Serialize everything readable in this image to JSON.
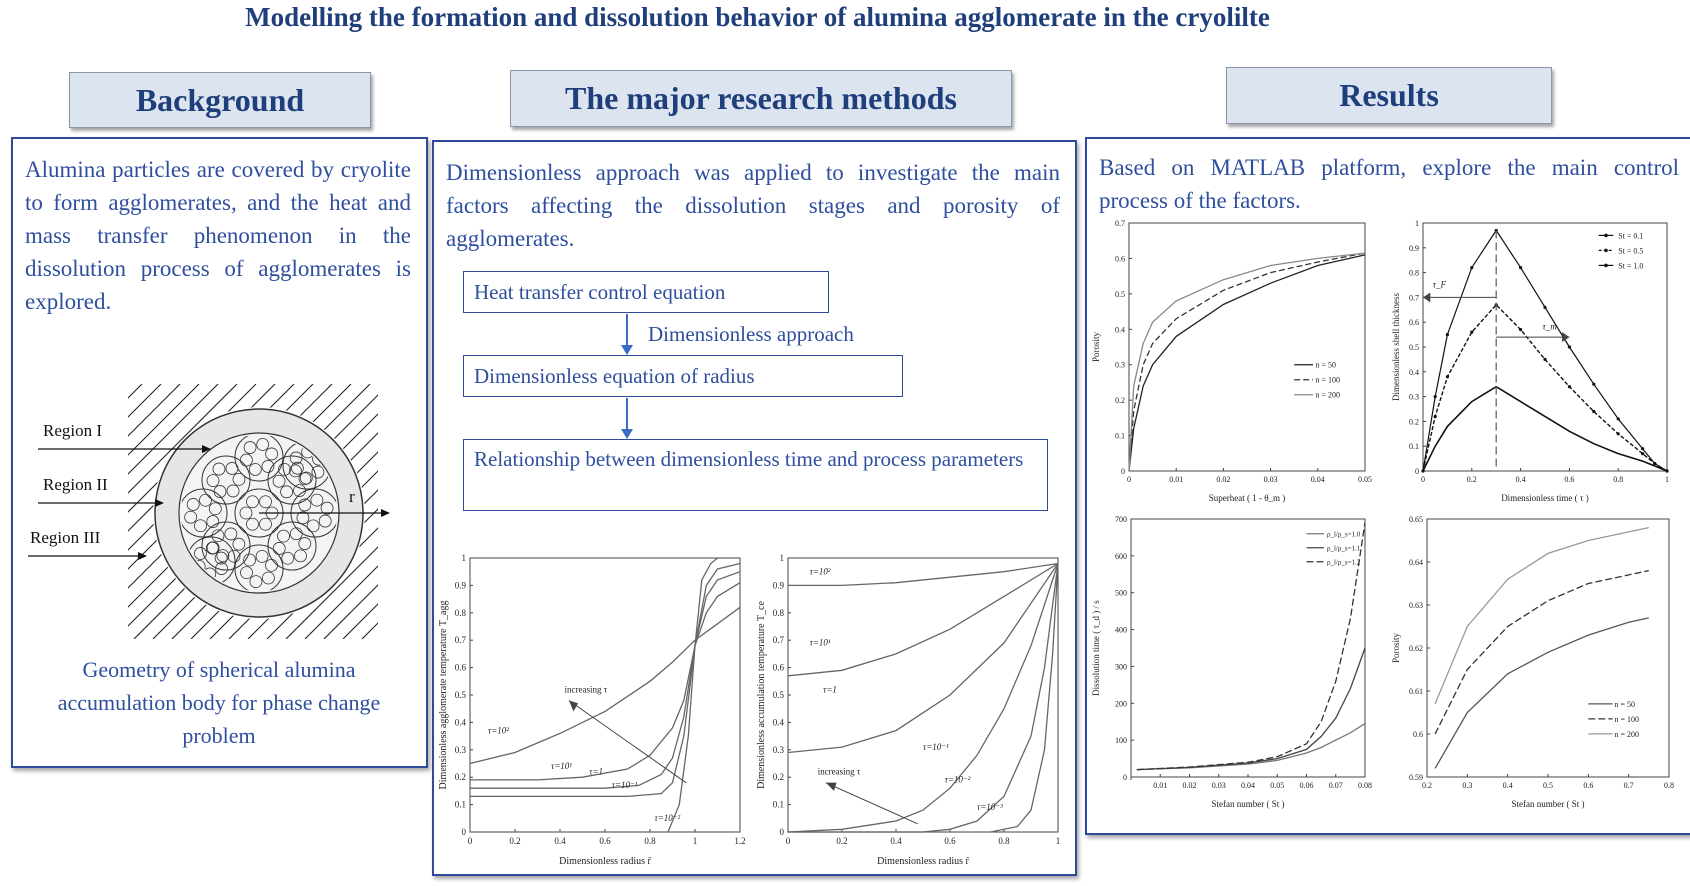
{
  "title": "Modelling the formation and dissolution behavior of alumina agglomerate in the cryolilte",
  "background": {
    "header": "Background",
    "text": "Alumina particles are covered by cryolite to form agglomerates, and the heat and mass transfer phenomenon in the dissolution process of agglomerates is explored.",
    "region_labels": [
      "Region I",
      "Region II",
      "Region III"
    ],
    "radius_label": "r",
    "caption": "Geometry of spherical alumina accumulation body for phase change problem"
  },
  "methods": {
    "header": "The major research methods",
    "text": "Dimensionless approach was applied to investigate the main factors affecting the dissolution stages and porosity of agglomerates.",
    "flow": {
      "box1": "Heat transfer control equation",
      "arrow_label": "Dimensionless  approach",
      "box2": "Dimensionless  equation of radius",
      "box3": "Relationship between dimensionless time and process parameters"
    }
  },
  "results": {
    "header": "Results",
    "text": "Based on MATLAB platform, explore the main control process of the factors."
  },
  "chart_data": [
    {
      "type": "line",
      "xlabel": "Dimensionless radius r̄",
      "ylabel": "Dimensionless agglomerate temperature T_agg",
      "xlim": [
        0,
        1.2
      ],
      "ylim": [
        0,
        1
      ],
      "xticks": [
        "0",
        "0.2",
        "0.4",
        "0.6",
        "0.8",
        "1",
        "1.2"
      ],
      "yticks": [
        "0",
        "0.1",
        "0.2",
        "0.3",
        "0.4",
        "0.5",
        "0.6",
        "0.7",
        "0.8",
        "0.9",
        "1"
      ],
      "annotations": [
        "increasing τ"
      ],
      "series": [
        {
          "name": "τ=10²",
          "x": [
            0,
            0.2,
            0.4,
            0.6,
            0.8,
            0.9,
            1.0,
            1.1,
            1.2
          ],
          "y": [
            0.25,
            0.29,
            0.36,
            0.44,
            0.55,
            0.62,
            0.7,
            0.76,
            0.82
          ]
        },
        {
          "name": "τ=10¹",
          "x": [
            0,
            0.3,
            0.5,
            0.7,
            0.8,
            0.9,
            0.95,
            1.0,
            1.05,
            1.1,
            1.2
          ],
          "y": [
            0.19,
            0.19,
            0.2,
            0.23,
            0.28,
            0.38,
            0.48,
            0.68,
            0.8,
            0.86,
            0.91
          ]
        },
        {
          "name": "τ=1",
          "x": [
            0,
            0.6,
            0.75,
            0.85,
            0.9,
            0.95,
            1.0,
            1.05,
            1.1,
            1.2
          ],
          "y": [
            0.16,
            0.16,
            0.17,
            0.21,
            0.27,
            0.42,
            0.68,
            0.86,
            0.92,
            0.95
          ]
        },
        {
          "name": "τ=10⁻¹",
          "x": [
            0,
            0.7,
            0.85,
            0.9,
            0.95,
            1.0,
            1.05,
            1.1,
            1.2
          ],
          "y": [
            0.13,
            0.13,
            0.14,
            0.18,
            0.35,
            0.68,
            0.9,
            0.96,
            0.98
          ]
        },
        {
          "name": "τ=10⁻²",
          "x": [
            0,
            0.88,
            0.93,
            0.97,
            1.0,
            1.03,
            1.07,
            1.1,
            1.2
          ],
          "y": [
            0.0,
            0.0,
            0.1,
            0.35,
            0.68,
            0.92,
            0.98,
            1.0,
            1.0
          ]
        }
      ]
    },
    {
      "type": "line",
      "xlabel": "Dimensionless radius r̄",
      "ylabel": "Dimensionless accumulation temperature T_ce",
      "xlim": [
        0,
        1
      ],
      "ylim": [
        0,
        1
      ],
      "xticks": [
        "0",
        "0.2",
        "0.4",
        "0.6",
        "0.8",
        "1"
      ],
      "yticks": [
        "0",
        "0.1",
        "0.2",
        "0.3",
        "0.4",
        "0.5",
        "0.6",
        "0.7",
        "0.8",
        "0.9",
        "1"
      ],
      "annotations": [
        "increasing τ"
      ],
      "series": [
        {
          "name": "τ=10²",
          "x": [
            0,
            0.2,
            0.4,
            0.6,
            0.8,
            1.0
          ],
          "y": [
            0.9,
            0.9,
            0.91,
            0.93,
            0.95,
            0.98
          ]
        },
        {
          "name": "τ=10¹",
          "x": [
            0,
            0.2,
            0.4,
            0.6,
            0.8,
            1.0
          ],
          "y": [
            0.57,
            0.59,
            0.65,
            0.74,
            0.86,
            0.98
          ]
        },
        {
          "name": "τ=1",
          "x": [
            0,
            0.2,
            0.4,
            0.6,
            0.8,
            1.0
          ],
          "y": [
            0.29,
            0.31,
            0.37,
            0.5,
            0.69,
            0.98
          ]
        },
        {
          "name": "τ=10⁻¹",
          "x": [
            0,
            0.2,
            0.4,
            0.5,
            0.6,
            0.7,
            0.8,
            0.9,
            1.0
          ],
          "y": [
            0.0,
            0.01,
            0.04,
            0.08,
            0.16,
            0.28,
            0.45,
            0.68,
            0.98
          ]
        },
        {
          "name": "τ=10⁻²",
          "x": [
            0,
            0.5,
            0.6,
            0.7,
            0.8,
            0.9,
            0.95,
            1.0
          ],
          "y": [
            0.0,
            0.0,
            0.01,
            0.04,
            0.13,
            0.35,
            0.6,
            0.98
          ]
        },
        {
          "name": "τ=10⁻³",
          "x": [
            0,
            0.75,
            0.85,
            0.9,
            0.95,
            0.98,
            1.0
          ],
          "y": [
            0.0,
            0.0,
            0.02,
            0.08,
            0.3,
            0.65,
            0.98
          ]
        }
      ]
    },
    {
      "type": "line",
      "xlabel": "Superheat ( 1 - θ_m )",
      "ylabel": "Porosity",
      "xlim": [
        0,
        0.05
      ],
      "ylim": [
        0,
        0.7
      ],
      "xticks": [
        "0",
        "0.01",
        "0.02",
        "0.03",
        "0.04",
        "0.05"
      ],
      "yticks": [
        "0",
        "0.1",
        "0.2",
        "0.3",
        "0.4",
        "0.5",
        "0.6",
        "0.7"
      ],
      "legend_position": "center-right",
      "series": [
        {
          "name": "n = 50",
          "x": [
            0,
            0.001,
            0.003,
            0.005,
            0.01,
            0.02,
            0.03,
            0.04,
            0.05
          ],
          "y": [
            0,
            0.12,
            0.24,
            0.3,
            0.38,
            0.47,
            0.53,
            0.58,
            0.61
          ]
        },
        {
          "name": "n = 100",
          "x": [
            0,
            0.001,
            0.003,
            0.005,
            0.01,
            0.02,
            0.03,
            0.04,
            0.05
          ],
          "y": [
            0,
            0.17,
            0.3,
            0.36,
            0.43,
            0.51,
            0.56,
            0.59,
            0.615
          ]
        },
        {
          "name": "n = 200",
          "x": [
            0,
            0.001,
            0.003,
            0.005,
            0.01,
            0.02,
            0.03,
            0.04,
            0.05
          ],
          "y": [
            0,
            0.24,
            0.36,
            0.42,
            0.48,
            0.54,
            0.58,
            0.6,
            0.615
          ]
        }
      ]
    },
    {
      "type": "line",
      "xlabel": "Dimensionless time ( τ )",
      "ylabel": "Dimensionless shell thickness",
      "xlim": [
        0,
        1
      ],
      "ylim": [
        0,
        1
      ],
      "xticks": [
        "0",
        "0.2",
        "0.4",
        "0.6",
        "0.8",
        "1"
      ],
      "yticks": [
        "0",
        "0.1",
        "0.2",
        "0.3",
        "0.4",
        "0.5",
        "0.6",
        "0.7",
        "0.8",
        "0.9",
        "1"
      ],
      "legend_position": "top-right",
      "annotations": [
        "τ_F",
        "τ_m"
      ],
      "series": [
        {
          "name": "St = 0.1",
          "x": [
            0,
            0.05,
            0.1,
            0.2,
            0.3,
            0.4,
            0.5,
            0.6,
            0.7,
            0.8,
            0.9,
            0.95,
            1.0
          ],
          "y": [
            0,
            0.1,
            0.18,
            0.28,
            0.34,
            0.28,
            0.22,
            0.16,
            0.11,
            0.07,
            0.04,
            0.02,
            0.0
          ]
        },
        {
          "name": "St = 0.5",
          "x": [
            0,
            0.05,
            0.1,
            0.2,
            0.3,
            0.4,
            0.5,
            0.6,
            0.7,
            0.8,
            0.9,
            0.95,
            1.0
          ],
          "y": [
            0,
            0.22,
            0.38,
            0.56,
            0.67,
            0.57,
            0.45,
            0.34,
            0.24,
            0.15,
            0.07,
            0.03,
            0.0
          ]
        },
        {
          "name": "St = 1.0",
          "x": [
            0,
            0.05,
            0.1,
            0.2,
            0.3,
            0.4,
            0.5,
            0.6,
            0.7,
            0.8,
            0.9,
            0.95,
            1.0
          ],
          "y": [
            0,
            0.3,
            0.55,
            0.82,
            0.97,
            0.82,
            0.66,
            0.5,
            0.35,
            0.21,
            0.09,
            0.03,
            0.0
          ]
        }
      ]
    },
    {
      "type": "line",
      "xlabel": "Stefan number ( St )",
      "ylabel": "Dissolution time ( τ_d ) / s",
      "xlim": [
        0,
        0.08
      ],
      "ylim": [
        0,
        700
      ],
      "xticks": [
        "0.01",
        "0.02",
        "0.03",
        "0.04",
        "0.05",
        "0.06",
        "0.07",
        "0.08"
      ],
      "yticks": [
        "0",
        "100",
        "200",
        "300",
        "400",
        "500",
        "600",
        "700"
      ],
      "legend_position": "top-right",
      "series": [
        {
          "name": "ρ_l/ρ_s=1.0",
          "x": [
            0.002,
            0.02,
            0.04,
            0.05,
            0.06,
            0.065,
            0.07,
            0.075,
            0.08
          ],
          "y": [
            20,
            25,
            35,
            45,
            65,
            80,
            100,
            120,
            145
          ]
        },
        {
          "name": "ρ_l/ρ_s=1.1",
          "x": [
            0.002,
            0.02,
            0.04,
            0.05,
            0.06,
            0.065,
            0.07,
            0.075,
            0.08
          ],
          "y": [
            20,
            26,
            38,
            50,
            75,
            110,
            160,
            240,
            350
          ]
        },
        {
          "name": "ρ_l/ρ_s=1.2",
          "x": [
            0.002,
            0.02,
            0.04,
            0.05,
            0.06,
            0.065,
            0.07,
            0.075,
            0.08
          ],
          "y": [
            20,
            27,
            40,
            55,
            90,
            150,
            260,
            430,
            690
          ]
        }
      ]
    },
    {
      "type": "line",
      "xlabel": "Stefan number ( St )",
      "ylabel": "Porosity",
      "xlim": [
        0.2,
        0.8
      ],
      "ylim": [
        0.59,
        0.65
      ],
      "xticks": [
        "0.2",
        "0.3",
        "0.4",
        "0.5",
        "0.6",
        "0.7",
        "0.8"
      ],
      "yticks": [
        "0.59",
        "0.6",
        "0.61",
        "0.62",
        "0.63",
        "0.64",
        "0.65"
      ],
      "legend_position": "bottom-right",
      "series": [
        {
          "name": "n = 50",
          "x": [
            0.22,
            0.3,
            0.4,
            0.5,
            0.6,
            0.7,
            0.75
          ],
          "y": [
            0.592,
            0.605,
            0.614,
            0.619,
            0.623,
            0.626,
            0.627
          ]
        },
        {
          "name": "n = 100",
          "x": [
            0.22,
            0.3,
            0.4,
            0.5,
            0.6,
            0.7,
            0.75
          ],
          "y": [
            0.6,
            0.615,
            0.625,
            0.631,
            0.635,
            0.637,
            0.638
          ]
        },
        {
          "name": "n = 200",
          "x": [
            0.22,
            0.3,
            0.4,
            0.5,
            0.6,
            0.7,
            0.75
          ],
          "y": [
            0.607,
            0.625,
            0.636,
            0.642,
            0.645,
            0.647,
            0.648
          ]
        }
      ]
    }
  ]
}
